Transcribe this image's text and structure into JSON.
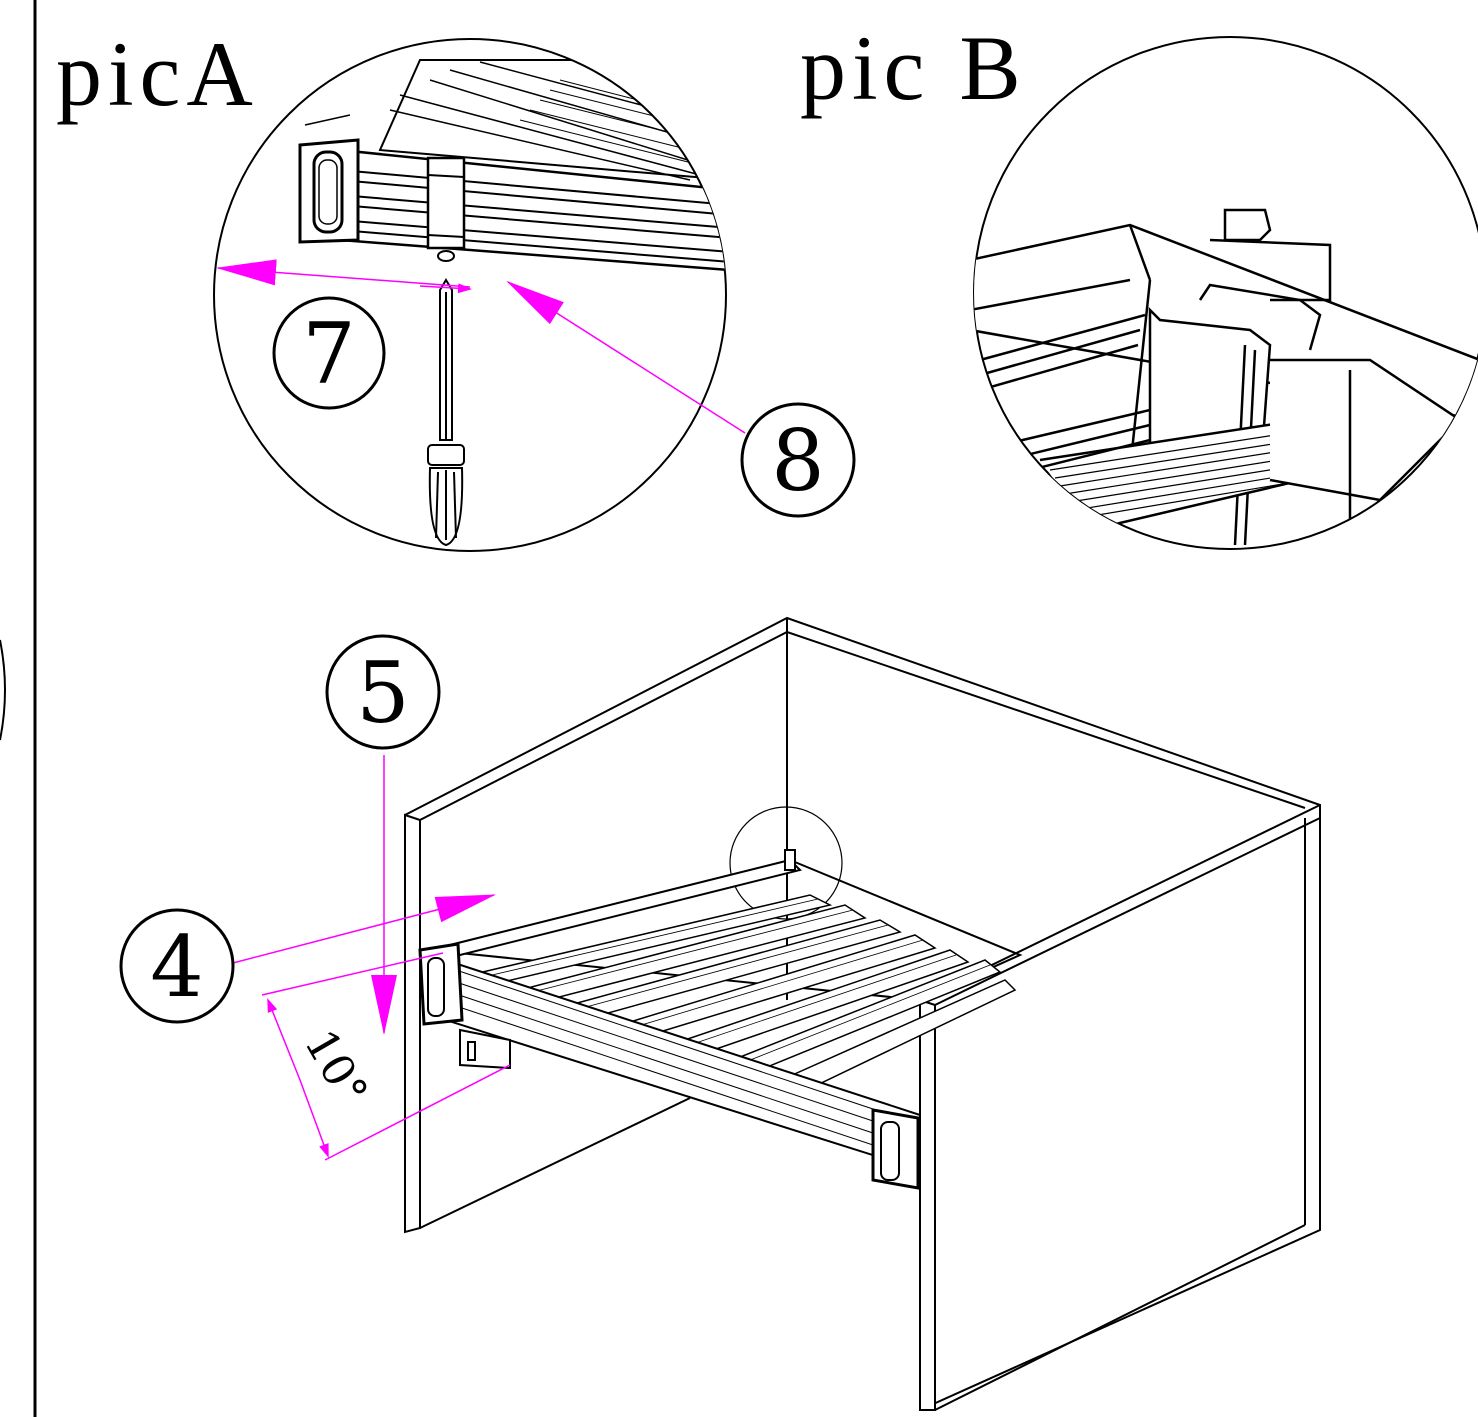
{
  "titles": {
    "pic_a": "picA",
    "pic_b": "pic B"
  },
  "callouts": {
    "step_4": "4",
    "step_5": "5",
    "step_7": "7",
    "step_8": "8"
  },
  "angle_label": "10°",
  "colors": {
    "line": "#000000",
    "arrow": "#ff00ff",
    "background": "#ffffff"
  },
  "icons": {
    "screwdriver": "screwdriver-icon"
  }
}
